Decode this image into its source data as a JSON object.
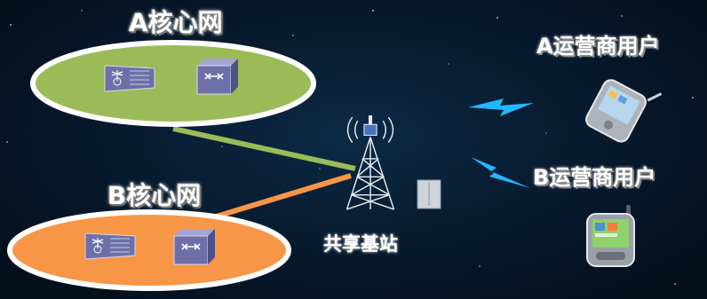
{
  "labels": {
    "core_a": "A核心网",
    "core_b": "B核心网",
    "user_a": "A运营商用户",
    "user_b": "B运营商用户",
    "base_station": "共享基站"
  },
  "colors": {
    "core_a_fill": "#9bbb59",
    "core_b_fill": "#f79646",
    "link_a": "#9bbb59",
    "link_b": "#f79646",
    "wireless": "#21b8ff",
    "device_purple": "#6e6fa8"
  },
  "icons": {
    "core_a": [
      "router-icon",
      "switch-icon"
    ],
    "core_b": [
      "router-icon",
      "switch-icon"
    ],
    "base_station": "cell-tower-icon",
    "user_a": "pda-icon",
    "user_b": "phone-icon"
  }
}
